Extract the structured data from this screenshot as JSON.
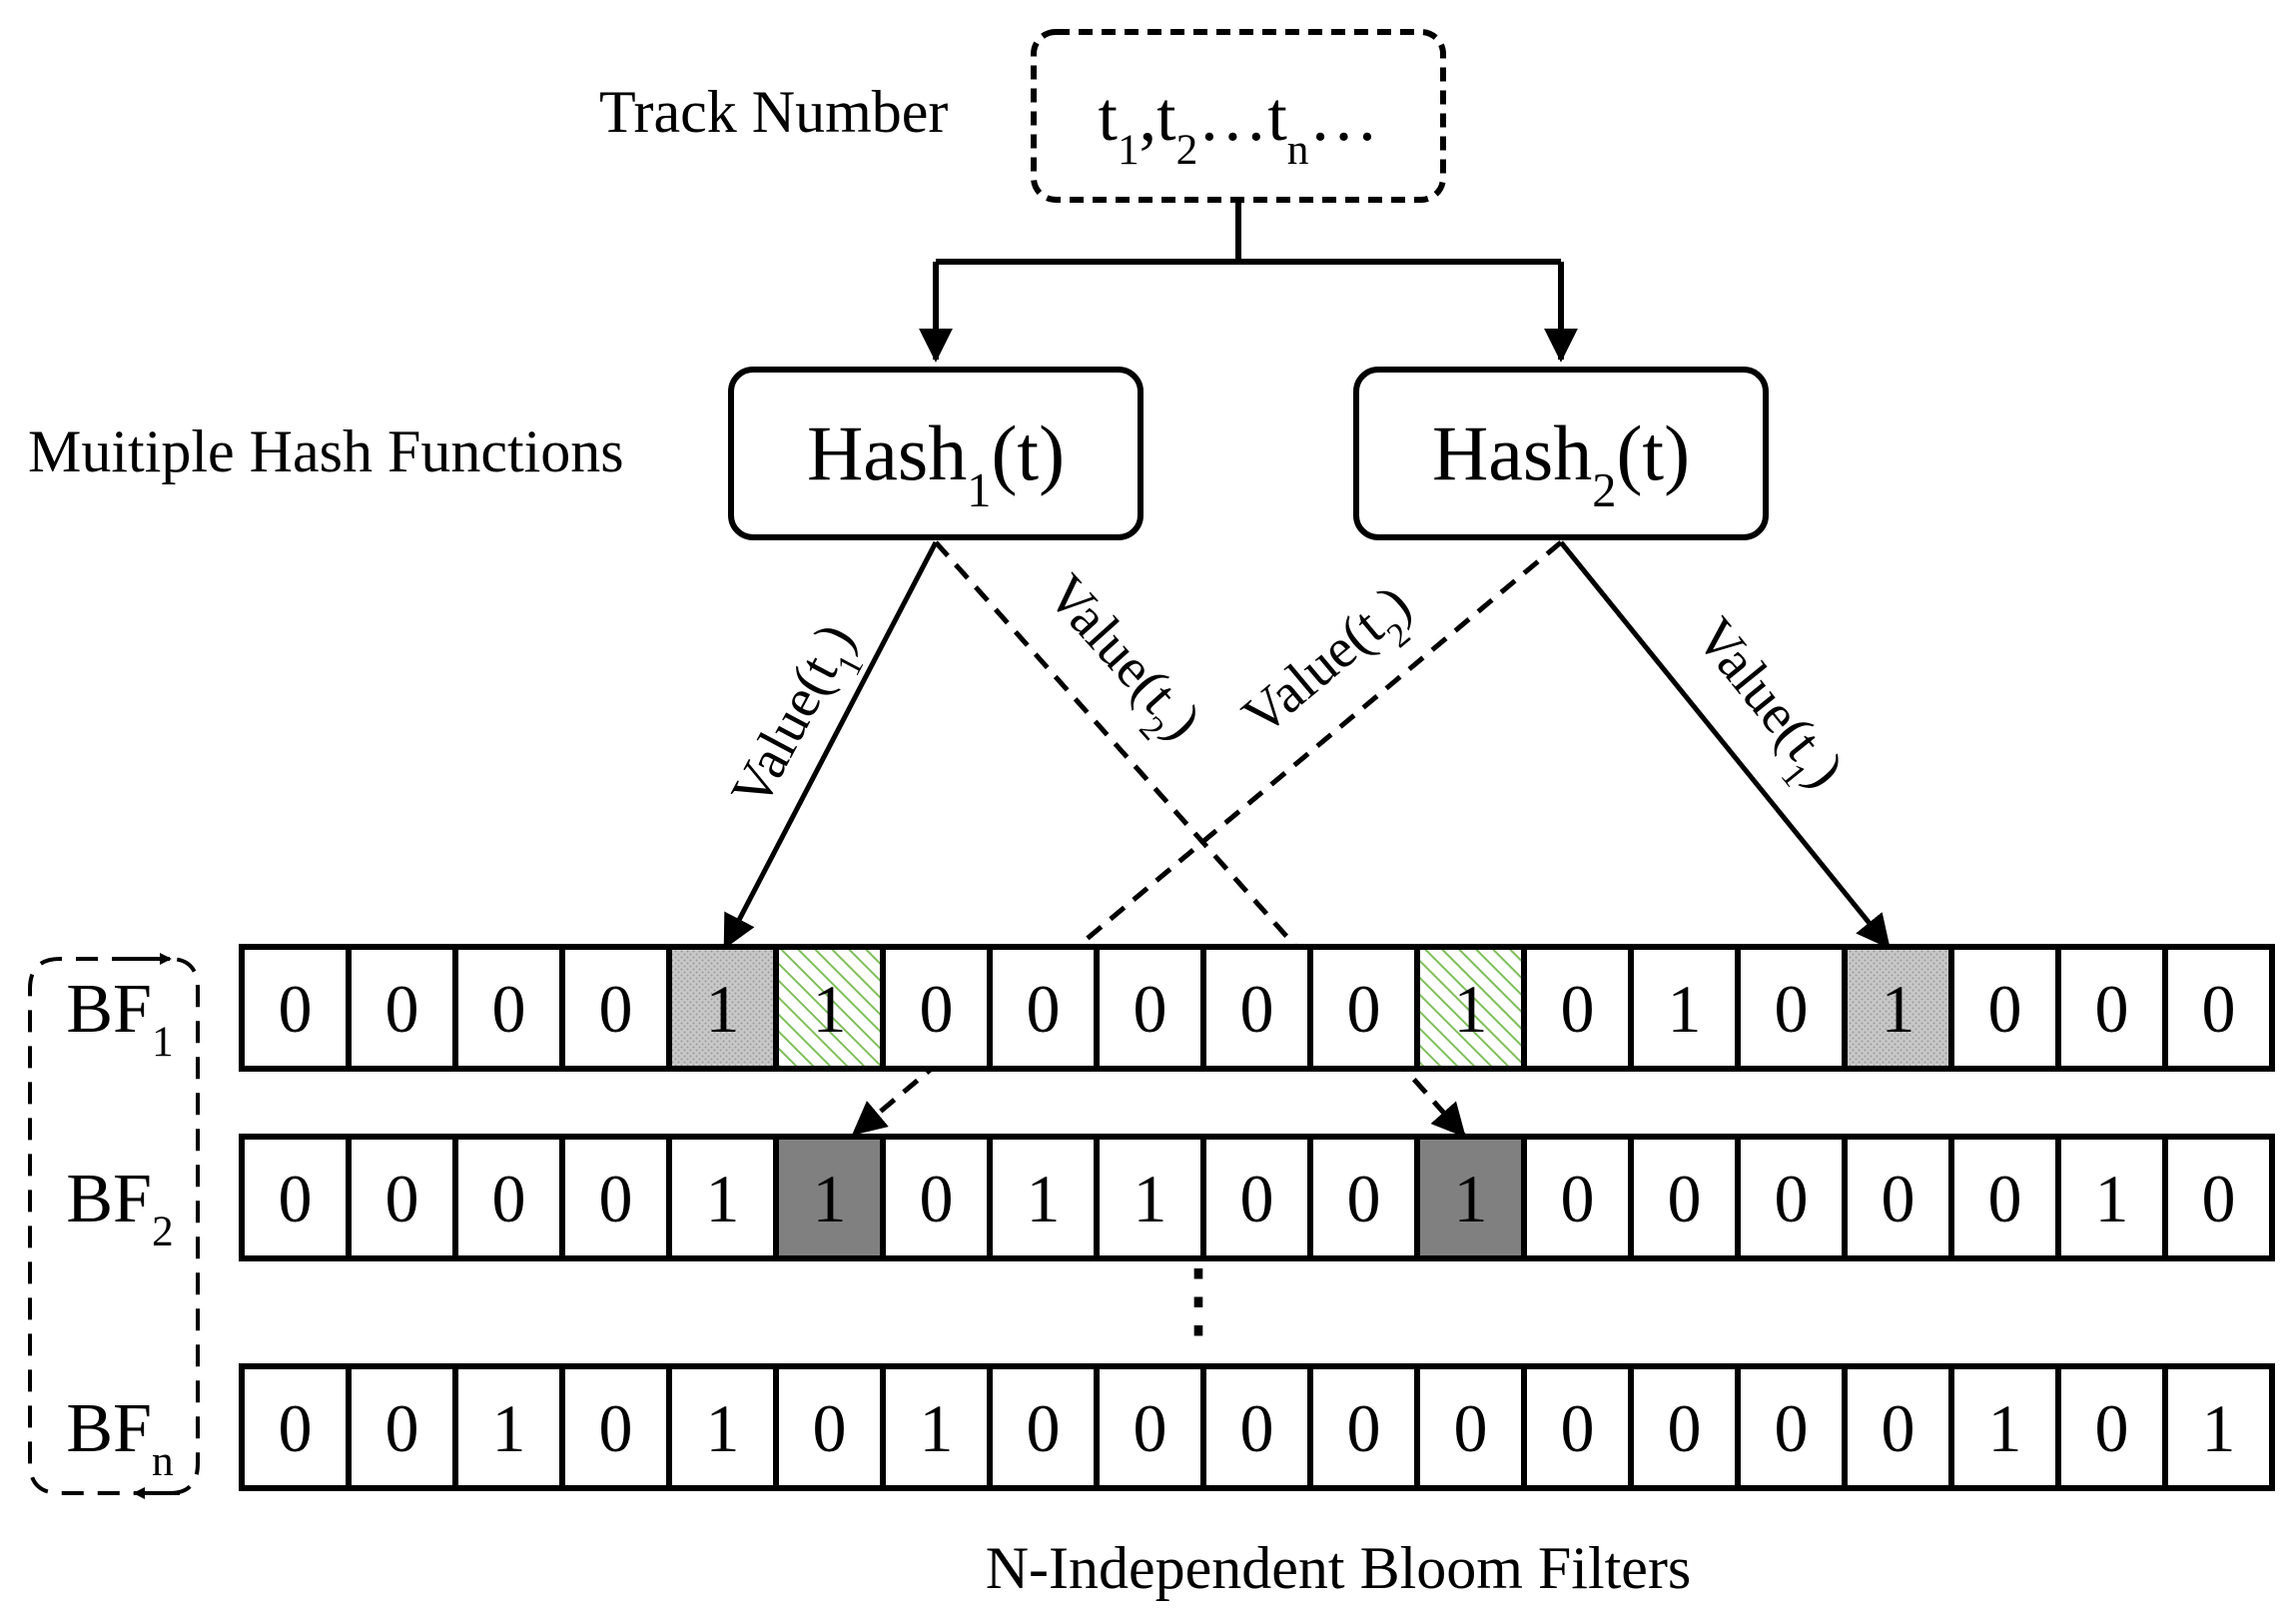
{
  "track_number": {
    "label": "Track Number",
    "seq": [
      {
        "t": "t",
        "s": "1"
      },
      {
        "t": ",t",
        "s": "2"
      },
      {
        "t": "…t",
        "s": "n"
      },
      {
        "t": "…",
        "s": ""
      }
    ]
  },
  "hash": {
    "label": "Muitiple Hash Functions",
    "functions": [
      {
        "base": "Hash",
        "sub": "1",
        "tail": "(t)"
      },
      {
        "base": "Hash",
        "sub": "2",
        "tail": "(t)"
      }
    ]
  },
  "edges": [
    {
      "base": "Value(t",
      "sub": "1",
      "tail": ")",
      "style": "solid"
    },
    {
      "base": "Value(t",
      "sub": "2",
      "tail": ")",
      "style": "dashed"
    },
    {
      "base": "Value(t",
      "sub": "2",
      "tail": ")",
      "style": "dashed"
    },
    {
      "base": "Value(t",
      "sub": "1",
      "tail": ")",
      "style": "solid"
    }
  ],
  "filters": [
    {
      "base": "BF",
      "sub": "1",
      "bits": [
        "0",
        "0",
        "0",
        "0",
        "1",
        "1",
        "0",
        "0",
        "0",
        "0",
        "0",
        "1",
        "0",
        "1",
        "0",
        "1",
        "0",
        "0",
        "0"
      ],
      "fills": [
        "",
        "",
        "",
        "",
        "dotted",
        "hatch",
        "",
        "",
        "",
        "",
        "",
        "hatch",
        "",
        "",
        "",
        "dotted",
        "",
        "",
        ""
      ]
    },
    {
      "base": "BF",
      "sub": "2",
      "bits": [
        "0",
        "0",
        "0",
        "0",
        "1",
        "1",
        "0",
        "1",
        "1",
        "0",
        "0",
        "1",
        "0",
        "0",
        "0",
        "0",
        "0",
        "1",
        "0"
      ],
      "fills": [
        "",
        "",
        "",
        "",
        "",
        "dark",
        "",
        "",
        "",
        "",
        "",
        "dark",
        "",
        "",
        "",
        "",
        "",
        "",
        ""
      ]
    },
    {
      "base": "BF",
      "sub": "n",
      "bits": [
        "0",
        "0",
        "1",
        "0",
        "1",
        "0",
        "1",
        "0",
        "0",
        "0",
        "0",
        "0",
        "0",
        "0",
        "0",
        "0",
        "1",
        "0",
        "1"
      ],
      "fills": [
        "",
        "",
        "",
        "",
        "",
        "",
        "",
        "",
        "",
        "",
        "",
        "",
        "",
        "",
        "",
        "",
        "",
        "",
        ""
      ]
    }
  ],
  "ellipsis": "⋮",
  "caption": "N-Independent Bloom Filters",
  "colors": {
    "line": "#000000",
    "dotted_fill": "#c8c8c8",
    "hatch_stroke": "#7fbf5a",
    "dark_fill": "#808080"
  }
}
